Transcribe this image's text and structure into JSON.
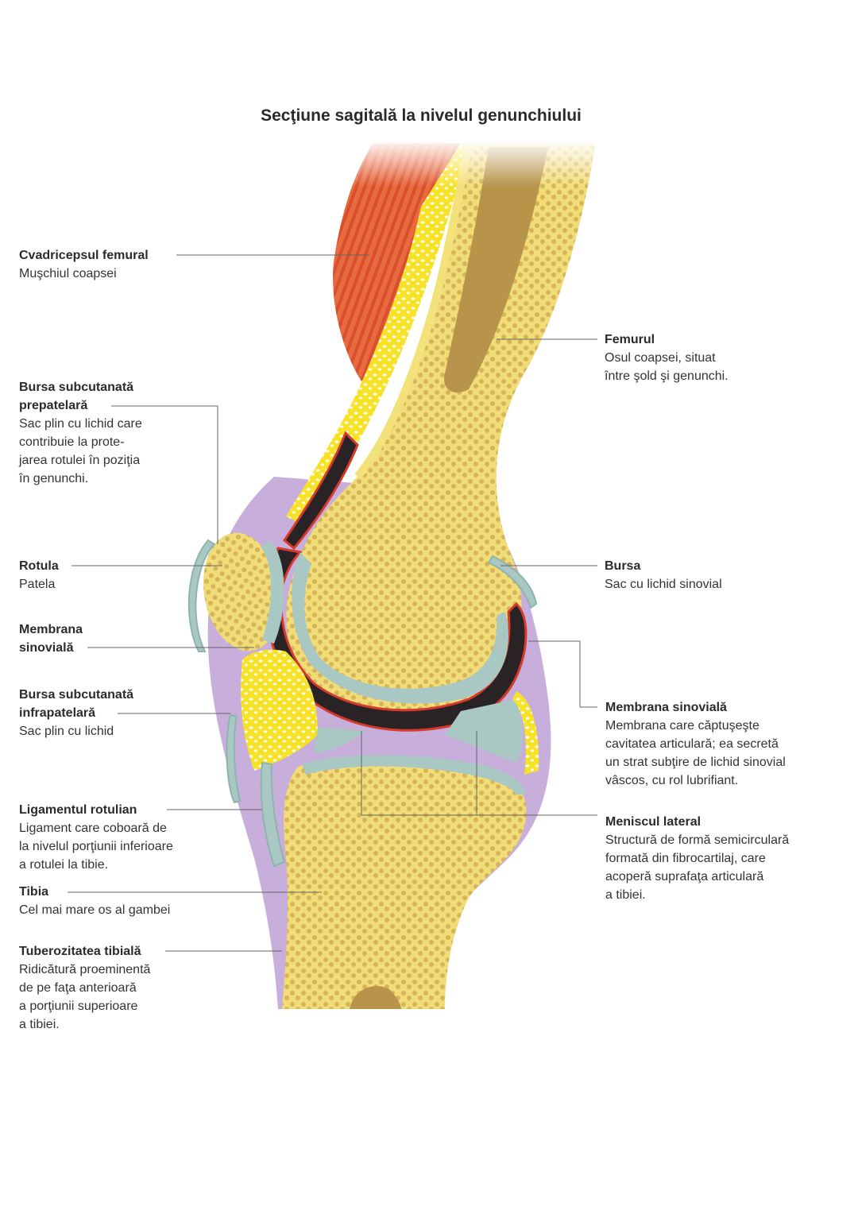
{
  "title": "Secţiune sagitală la nivelul genunchiului",
  "labels": {
    "quadriceps": {
      "name": "Cvadricepsul femural",
      "desc": "Muşchiul coapsei"
    },
    "femur": {
      "name": "Femurul",
      "desc": "Osul coapsei, situat\nîntre şold şi genunchi."
    },
    "prepatellar": {
      "name": "Bursa subcutanată\nprepatelară",
      "desc": "Sac plin cu lichid care\ncontribuie la prote-\njarea rotulei în poziţia\nîn genunchi."
    },
    "patella": {
      "name": "Rotula",
      "desc": "Patela"
    },
    "bursa": {
      "name": "Bursa",
      "desc": "Sac cu lichid sinovial"
    },
    "synovial_left": {
      "name": "Membrana\nsinovială",
      "desc": ""
    },
    "infrapatellar": {
      "name": "Bursa subcutanată\ninfrapatelară",
      "desc": "Sac plin cu lichid"
    },
    "synovial_right": {
      "name": "Membrana sinovială",
      "desc": "Membrana care căptuşeşte\ncavitatea articulară; ea secretă\nun strat subţire de lichid sinovial\nvâscos, cu rol lubrifiant."
    },
    "patellar_ligament": {
      "name": "Ligamentul rotulian",
      "desc": "Ligament care coboară de\nla nivelul porţiunii inferioare\na rotulei la tibie."
    },
    "meniscus": {
      "name": "Meniscul lateral",
      "desc": "Structură de formă semicirculară\nformată din fibrocartilaj, care\nacoperă suprafaţa articulară\na tibiei."
    },
    "tibia": {
      "name": "Tibia",
      "desc": "Cel mai mare os al gambei"
    },
    "tuberosity": {
      "name": "Tuberozitatea tibială",
      "desc": "Ridicătură proeminentă\nde pe faţa anterioară\na porţiunii superioare\na tibiei."
    }
  },
  "colors": {
    "bone": "#f3e279",
    "spongy": "#d9b85a",
    "marrow": "#b39040",
    "muscle": "#e2603a",
    "fat": "#f7e227",
    "cartilage": "#a9c8c4",
    "capsule": "#c3a7d4",
    "cavity": "#2a2326",
    "synovium": "#d63a2a"
  }
}
